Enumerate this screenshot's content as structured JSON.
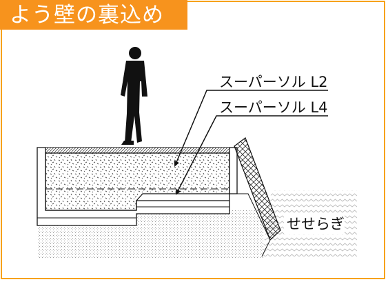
{
  "title": "よう壁の裏込め",
  "labels": {
    "upper": "スーパーソル L2",
    "lower": "スーパーソル L4",
    "stream": "せせらぎ"
  },
  "icons": {
    "person": "person-silhouette-icon"
  },
  "colors": {
    "accent": "#f7931d",
    "border": "#f7a21b",
    "line": "#111111"
  }
}
